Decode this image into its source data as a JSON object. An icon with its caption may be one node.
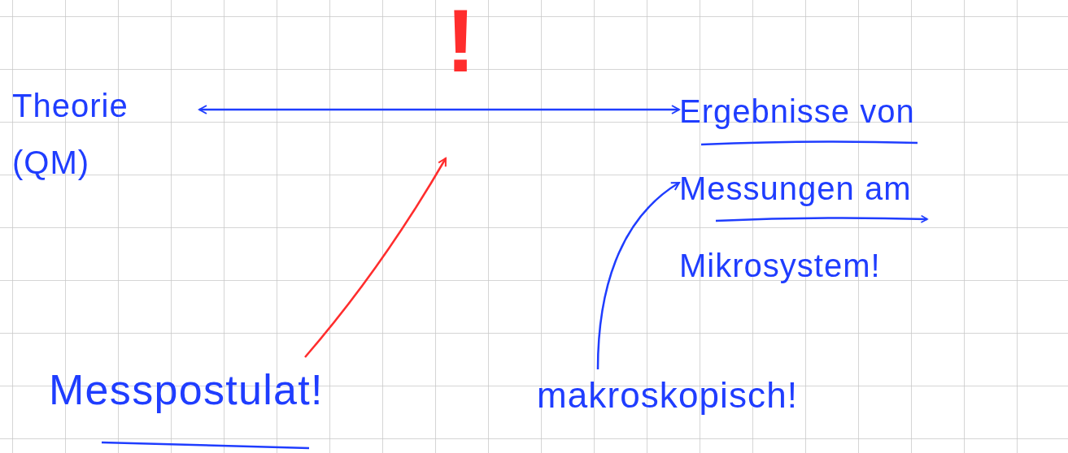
{
  "diagram": {
    "nodes": [
      {
        "text": [
          "Theorie (QM)"
        ]
      },
      {
        "text": [
          "Ergebnisse von Messungen am Mikrosystem!"
        ]
      },
      {
        "text": [
          "Messpostulat!"
        ]
      },
      {
        "text": [
          "makroskopisch!"
        ]
      }
    ],
    "edges": [
      {
        "from": 0,
        "to": 1,
        "arrow": "both"
      },
      {
        "from": 2,
        "to": null,
        "arrow": "to",
        "color": "#ff2d2d"
      },
      {
        "from": 3,
        "to": 1,
        "arrow": "to"
      }
    ],
    "labels": [
      "!"
    ]
  }
}
